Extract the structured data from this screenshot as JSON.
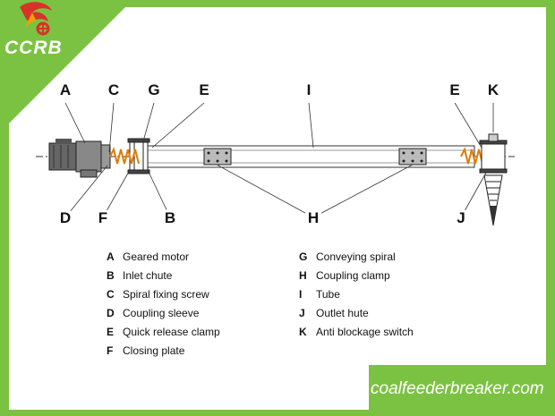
{
  "brand": {
    "name": "CCRB",
    "website": "coalfeederbreaker.com"
  },
  "colors": {
    "background": "#7cc242",
    "panel": "#ffffff",
    "logo_red": "#d8332a",
    "spiral": "#e07b00",
    "ink": "#222222"
  },
  "callouts": {
    "top": [
      "A",
      "C",
      "G",
      "E",
      "I",
      "E",
      "K"
    ],
    "bottom": [
      "D",
      "F",
      "B",
      "H",
      "J"
    ]
  },
  "legend": [
    {
      "key": "A",
      "label": "Geared motor"
    },
    {
      "key": "B",
      "label": "Inlet chute"
    },
    {
      "key": "C",
      "label": "Spiral fixing screw"
    },
    {
      "key": "D",
      "label": "Coupling sleeve"
    },
    {
      "key": "E",
      "label": "Quick release clamp"
    },
    {
      "key": "F",
      "label": "Closing plate"
    },
    {
      "key": "G",
      "label": "Conveying spiral"
    },
    {
      "key": "H",
      "label": "Coupling clamp"
    },
    {
      "key": "I",
      "label": "Tube"
    },
    {
      "key": "J",
      "label": "Outlet hute"
    },
    {
      "key": "K",
      "label": "Anti blockage switch"
    }
  ]
}
